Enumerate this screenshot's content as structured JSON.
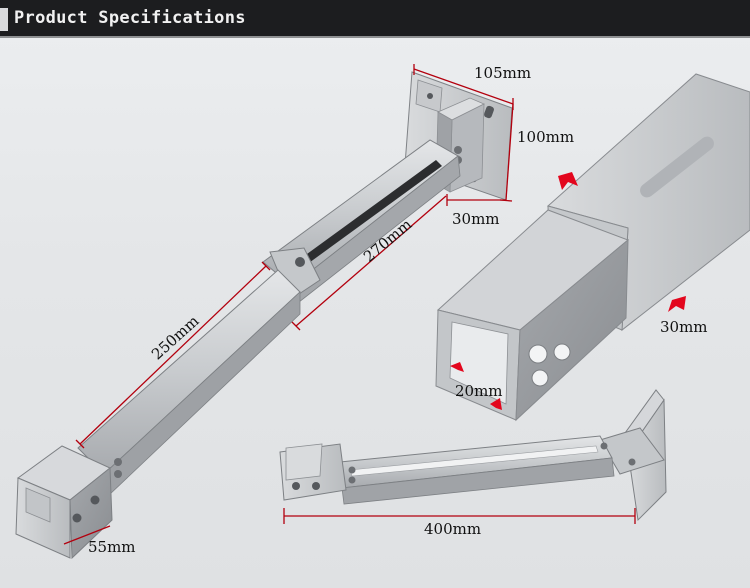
{
  "header": {
    "title": "Product Specifications"
  },
  "dimensions": {
    "plate_width": "105mm",
    "plate_height": "100mm",
    "plate_depth": "30mm",
    "inner_tube_length": "270mm",
    "outer_tube_length": "250mm",
    "tube_width": "30mm",
    "tube_channel": "20mm",
    "head_block": "55mm",
    "total_length": "400mm"
  },
  "colors": {
    "header_bg": "#1c1d1f",
    "metal_light": "#d4d6d8",
    "metal_mid": "#b7babd",
    "metal_dark": "#8f9296",
    "dimension_line": "#b3000e",
    "arrow_marker": "#e3061d"
  }
}
